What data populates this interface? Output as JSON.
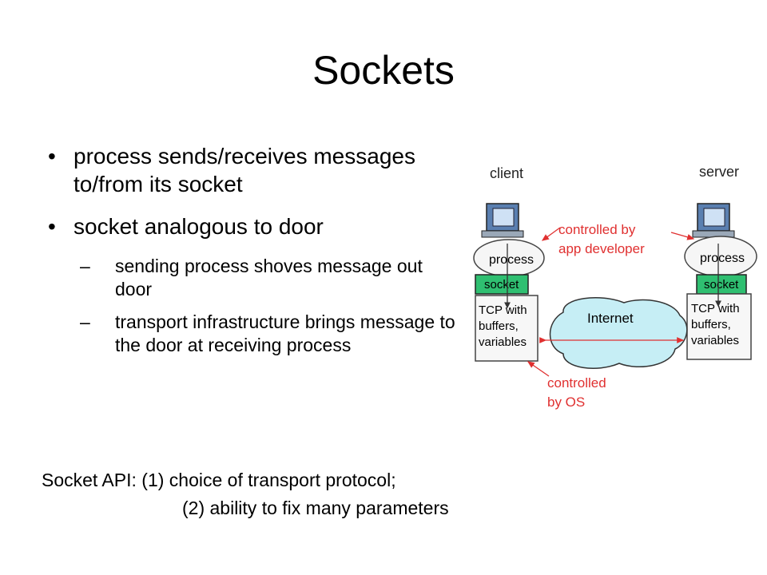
{
  "slide": {
    "title": "Sockets",
    "bullets": [
      {
        "text": "process sends/receives messages to/from its socket"
      },
      {
        "text": "socket analogous to door"
      }
    ],
    "sub_bullets": [
      {
        "text": "sending process shoves message out door"
      },
      {
        "text": "transport infrastructure brings message to the door at receiving process"
      }
    ],
    "bullet_marker": "•",
    "dash_marker": "–",
    "api_line1": "Socket API: (1) choice of transport protocol;",
    "api_line2": "(2) ability to fix many parameters"
  },
  "diagram": {
    "client_label": "client",
    "server_label": "server",
    "process_label": "process",
    "socket_label": "socket",
    "tcp_line1": "TCP with",
    "tcp_line2": "buffers,",
    "tcp_line3": "variables",
    "internet_label": "Internet",
    "app_note_line1": "controlled by",
    "app_note_line2": "app developer",
    "os_note_line1": "controlled",
    "os_note_line2": "by OS",
    "colors": {
      "socket": "#2fbf71",
      "internet": "#c6eef5",
      "arrow": "#e03030",
      "note": "#e03030"
    }
  }
}
